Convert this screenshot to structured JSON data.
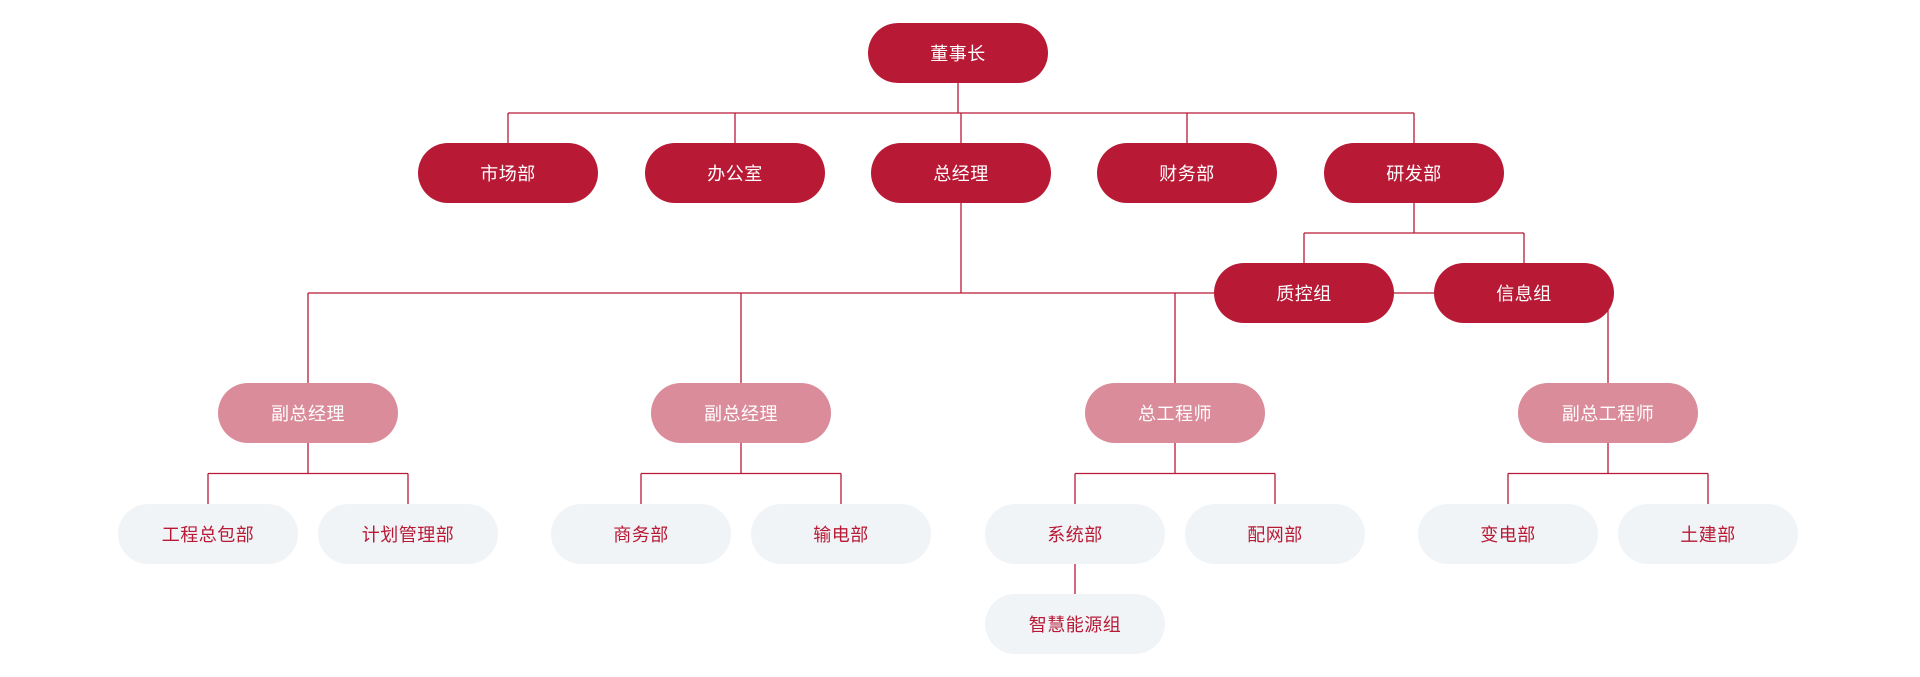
{
  "colors": {
    "primary": "#b81a36",
    "secondary": "#db8c9a",
    "tertiary_bg": "#f1f4f7",
    "tertiary_text": "#b81a36",
    "connector": "#b81a36"
  },
  "nodes": {
    "chairman": "董事长",
    "market": "市场部",
    "office": "办公室",
    "gm": "总经理",
    "finance": "财务部",
    "rnd": "研发部",
    "qc": "质控组",
    "info": "信息组",
    "vp1": "副总经理",
    "vp2": "副总经理",
    "chief_eng": "总工程师",
    "vice_chief_eng": "副总工程师",
    "epc": "工程总包部",
    "planning": "计划管理部",
    "business": "商务部",
    "transmission": "输电部",
    "system": "系统部",
    "distribution": "配网部",
    "smart_energy": "智慧能源组",
    "substation": "变电部",
    "civil": "土建部"
  },
  "hierarchy": [
    [
      "chairman",
      [
        "market",
        "office",
        "gm",
        "finance",
        "rnd"
      ]
    ],
    [
      "rnd",
      [
        "qc",
        "info"
      ]
    ],
    [
      "gm",
      [
        "vp1",
        "vp2",
        "chief_eng",
        "vice_chief_eng"
      ]
    ],
    [
      "vp1",
      [
        "epc",
        "planning"
      ]
    ],
    [
      "vp2",
      [
        "business",
        "transmission"
      ]
    ],
    [
      "chief_eng",
      [
        "system",
        "distribution"
      ]
    ],
    [
      "system",
      [
        "smart_energy"
      ]
    ],
    [
      "vice_chief_eng",
      [
        "substation",
        "civil"
      ]
    ]
  ]
}
